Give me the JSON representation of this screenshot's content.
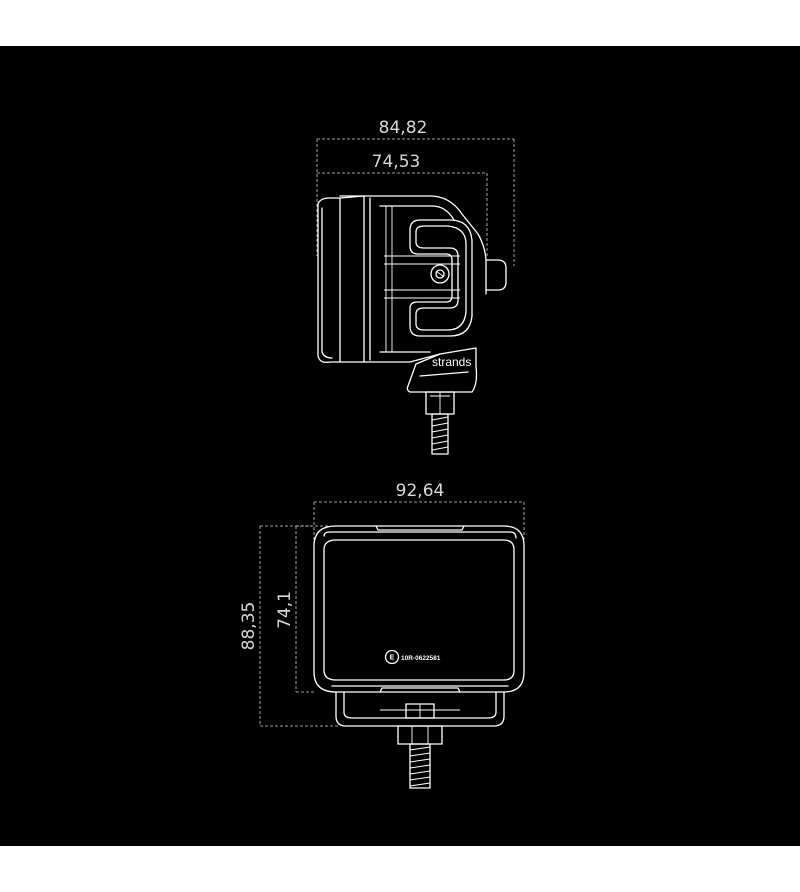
{
  "dimensions": {
    "side_overall_width": "84,82",
    "side_body_width": "74,53",
    "front_width": "92,64",
    "front_overall_height": "88,35",
    "front_body_height": "74,1"
  },
  "labels": {
    "brand": "strands",
    "certification_mark": "E",
    "approval_number": "10R-0622581"
  },
  "colors": {
    "background": "#000000",
    "line": "#ffffff",
    "dimension_line": "#cfcfcf",
    "frame": "#ffffff"
  }
}
